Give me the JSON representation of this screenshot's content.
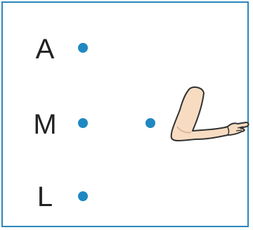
{
  "colors": {
    "border": "#2a87bd",
    "dot": "#1f88c2",
    "skin": "#f7dcc2",
    "outline": "#333333"
  },
  "left_items": [
    {
      "label": "A"
    },
    {
      "label": "M"
    },
    {
      "label": "L"
    }
  ],
  "right_items": [
    {
      "icon": "bent-arm-elbow-icon"
    }
  ]
}
